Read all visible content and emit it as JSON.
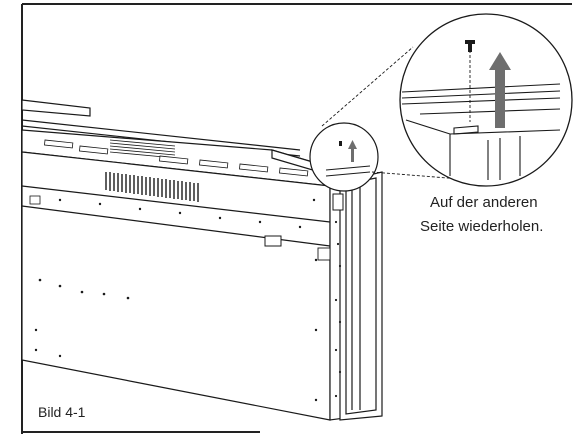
{
  "figure": {
    "label": "Bild 4-1",
    "instruction_line1": "Auf der anderen",
    "instruction_line2": "Seite wiederholen.",
    "colors": {
      "line": "#1a1a1a",
      "arrow": "#6e6e6e",
      "frame": "#222222",
      "panel_fill": "#ffffff"
    }
  }
}
